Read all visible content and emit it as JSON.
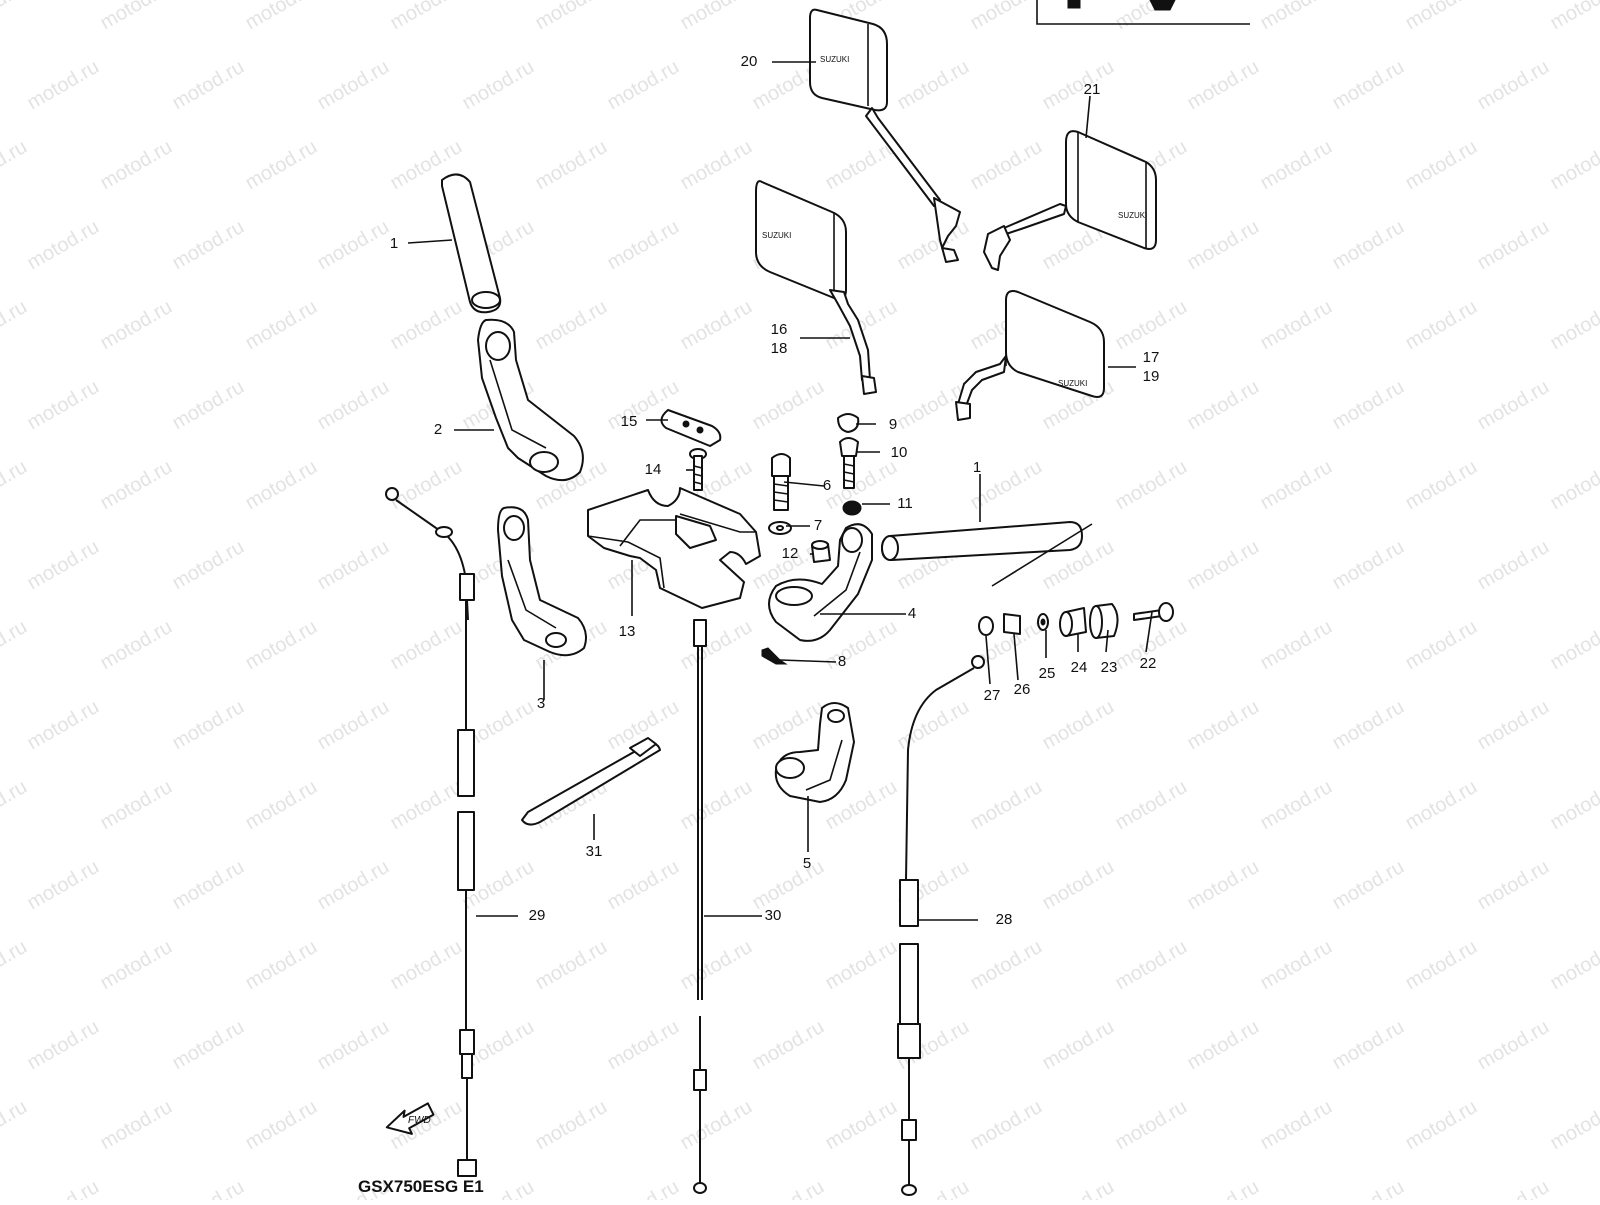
{
  "watermark": {
    "text": "motod.ru"
  },
  "model_code": "GSX750ESG E1",
  "fwd_arrow_label": "FWD",
  "mirror_brand": "SUZUKI",
  "callouts": [
    {
      "id": "1a",
      "text": "1"
    },
    {
      "id": "1b",
      "text": "1"
    },
    {
      "id": "2",
      "text": "2"
    },
    {
      "id": "3",
      "text": "3"
    },
    {
      "id": "4",
      "text": "4"
    },
    {
      "id": "5",
      "text": "5"
    },
    {
      "id": "6",
      "text": "6"
    },
    {
      "id": "7",
      "text": "7"
    },
    {
      "id": "8",
      "text": "8"
    },
    {
      "id": "9",
      "text": "9"
    },
    {
      "id": "10",
      "text": "10"
    },
    {
      "id": "11",
      "text": "11"
    },
    {
      "id": "12",
      "text": "12"
    },
    {
      "id": "13",
      "text": "13"
    },
    {
      "id": "14",
      "text": "14"
    },
    {
      "id": "15",
      "text": "15"
    },
    {
      "id": "16",
      "text": "16"
    },
    {
      "id": "18",
      "text": "18"
    },
    {
      "id": "17",
      "text": "17"
    },
    {
      "id": "19",
      "text": "19"
    },
    {
      "id": "20",
      "text": "20"
    },
    {
      "id": "21",
      "text": "21"
    },
    {
      "id": "22",
      "text": "22"
    },
    {
      "id": "23",
      "text": "23"
    },
    {
      "id": "24",
      "text": "24"
    },
    {
      "id": "25",
      "text": "25"
    },
    {
      "id": "26",
      "text": "26"
    },
    {
      "id": "27",
      "text": "27"
    },
    {
      "id": "28",
      "text": "28"
    },
    {
      "id": "29",
      "text": "29"
    },
    {
      "id": "30",
      "text": "30"
    },
    {
      "id": "31",
      "text": "31"
    }
  ]
}
